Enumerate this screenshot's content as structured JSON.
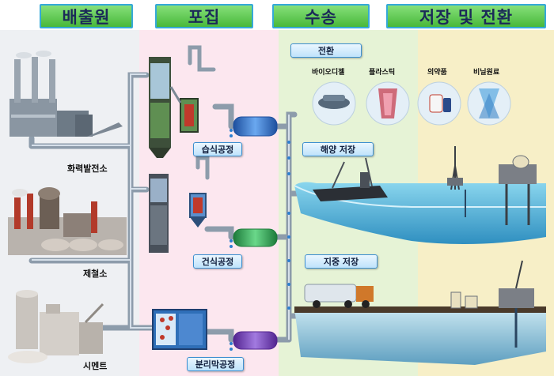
{
  "headers": {
    "emission": "배출원",
    "capture": "포집",
    "transport": "수송",
    "storage": "저장 및 전환"
  },
  "sources": {
    "power_plant": "화력발전소",
    "steel": "제철소",
    "cement": "시멘트"
  },
  "capture_methods": {
    "wet": "습식공정",
    "dry": "건식공정",
    "membrane": "분리막공정"
  },
  "conversion": {
    "title": "전환",
    "products": [
      "바이오디젤",
      "플라스틱",
      "의약품",
      "비닐원료"
    ]
  },
  "storage_types": {
    "ocean": "해양 저장",
    "ground": "지중 저장"
  },
  "colors": {
    "header_green": "#48b83a",
    "header_text": "#1b2a58",
    "capture_zone": "#fce7ef",
    "transport_zone": "#e6f3d6",
    "storage_zone": "#f7efc7",
    "pipe": "#a9b7c6",
    "sea": "#56b8d8"
  }
}
